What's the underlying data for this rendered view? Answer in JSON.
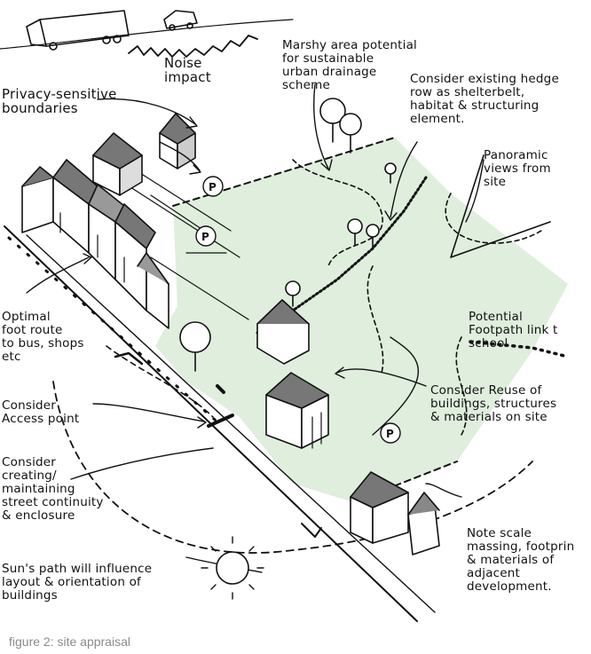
{
  "annotations": {
    "noise": "Noise\nimpact",
    "marshy": "Marshy area potential\nfor sustainable\nurban drainage\nscheme",
    "hedge": "Consider existing hedge\nrow as shelterbelt,\nhabitat & structuring\nelement.",
    "privacy": "Privacy-sensitive\nboundaries",
    "panoramic": "Panoramic\nviews from\nsite",
    "foot_route": "Optimal\nfoot route\nto bus, shops\netc",
    "footpath": "Potential\nFootpath link t\nschool",
    "access": "Consider\nAccess point",
    "reuse": "Consider Reuse of\nbuildings, structures\n& materials on site",
    "street": "Consider\ncreating/\nmaintaining\nstreet continuity\n& enclosure",
    "scale": "Note scale\nmassing, footprin\n& materials of\nadjacent\ndevelopment.",
    "sun": "Sun's path will influence\nlayout & orientation of\nbuildings"
  },
  "parking_label": "P",
  "caption": "figure 2: site appraisal",
  "colors": {
    "site_fill": "#dfeedd",
    "ink": "#111111",
    "roof": "#777777",
    "caption": "#8a8a8a"
  }
}
